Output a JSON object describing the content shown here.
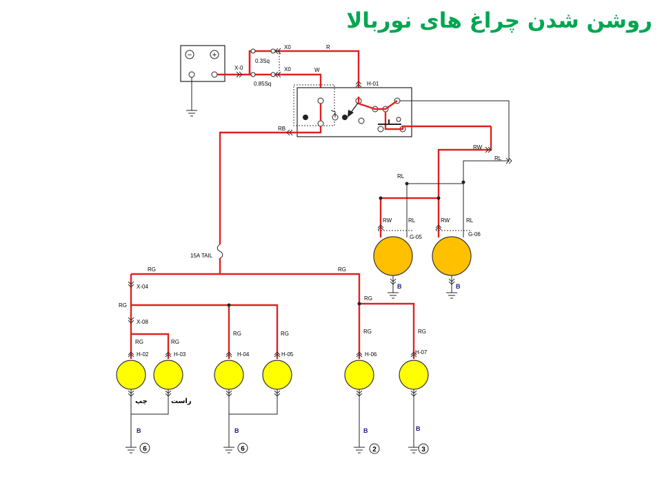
{
  "title": "روشن شدن چراغ های نوربالا",
  "colors": {
    "title": "#00a651",
    "wire_powered": "#e02020",
    "wire_other": "#222222",
    "headlamp_fill": "#ffc000",
    "tail_lamp_fill": "#ffff00"
  },
  "battery": {
    "neg_symbol": "−",
    "pos_symbol": "+"
  },
  "labels": {
    "x0_a": "X-0",
    "x0_b": "X0",
    "x0_c": "X0",
    "wire_r": "R",
    "wire_w": "W",
    "fuse_03": "0.3Sq",
    "fuse_085": "0.85Sq",
    "h01": "H-01",
    "rb": "RB",
    "rw_top": "RW",
    "rl_top": "RL",
    "rl_mid": "RL",
    "rw_g05": "RW",
    "rl_g05": "RL",
    "rw_g06": "RW",
    "rl_g06": "RL",
    "g05": "G-05",
    "g06": "G-06",
    "b_g05": "B",
    "b_g06": "B",
    "fuse_tail": "15A TAIL",
    "rg_left": "RG",
    "rg_right": "RG",
    "x04": "X-04",
    "rg_branch": "RG",
    "x08": "X-08",
    "rg_h02": "RG",
    "rg_h03": "RG",
    "rg_h04": "RG",
    "rg_h05": "RG",
    "rg_right_branch": "RG",
    "rg_h06": "RG",
    "rg_h07": "RG",
    "h02": "H-02",
    "h03": "H-03",
    "h04": "H-04",
    "h05": "H-05",
    "h06": "H-06",
    "h07": "H-07",
    "chap": "چپ",
    "rast": "راست",
    "b_g1": "B",
    "b_g2": "B",
    "b_g3": "B",
    "b_g4": "B",
    "gnd_6a": "6",
    "gnd_6b": "6",
    "gnd_2": "2",
    "gnd_3": "3"
  }
}
